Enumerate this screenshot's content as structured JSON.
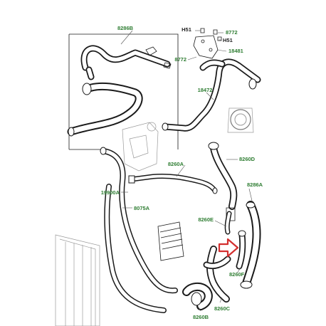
{
  "labels": {
    "p8286b": "8286B",
    "h51_top": "H51",
    "p8772_top": "8772",
    "h51_right": "H51",
    "p18481": "18481",
    "p8772_mid": "8772",
    "p18472": "18472",
    "p8260d": "8260D",
    "p8260a": "8260A",
    "p8286a": "8286A",
    "p19900a": "19900A",
    "p8075a": "8075A",
    "p8260e": "8260E",
    "p8260f": "8260F",
    "p8260b": "8260B",
    "p8260c": "8260C"
  },
  "colors": {
    "part_number": "#2e7d32",
    "hardware": "#222222",
    "arrow": "#d32f2f",
    "line": "#1a1a1a"
  },
  "callout_arrow": {
    "icon": "hollow-right-arrow-icon",
    "points_to": "8260F"
  }
}
